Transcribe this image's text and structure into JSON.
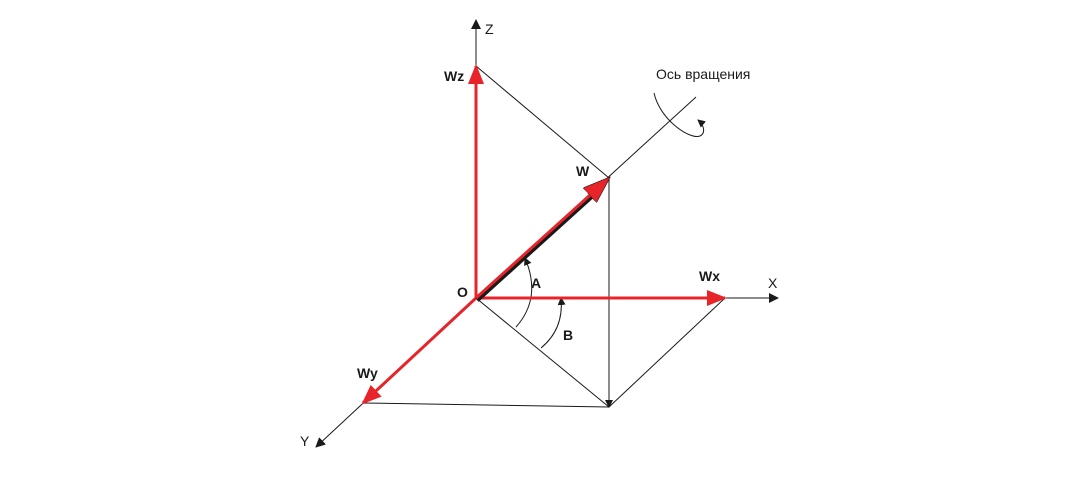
{
  "labels": {
    "z_axis": "Z",
    "x_axis": "X",
    "y_axis": "Y",
    "origin": "O",
    "wz": "Wz",
    "wx": "Wx",
    "wy": "Wy",
    "w": "W",
    "angle_a": "A",
    "angle_b": "B",
    "rotation_axis": "Ось вращения"
  },
  "colors": {
    "vector": "#e8242b",
    "line": "#1a1a1a",
    "background": "#ffffff"
  }
}
